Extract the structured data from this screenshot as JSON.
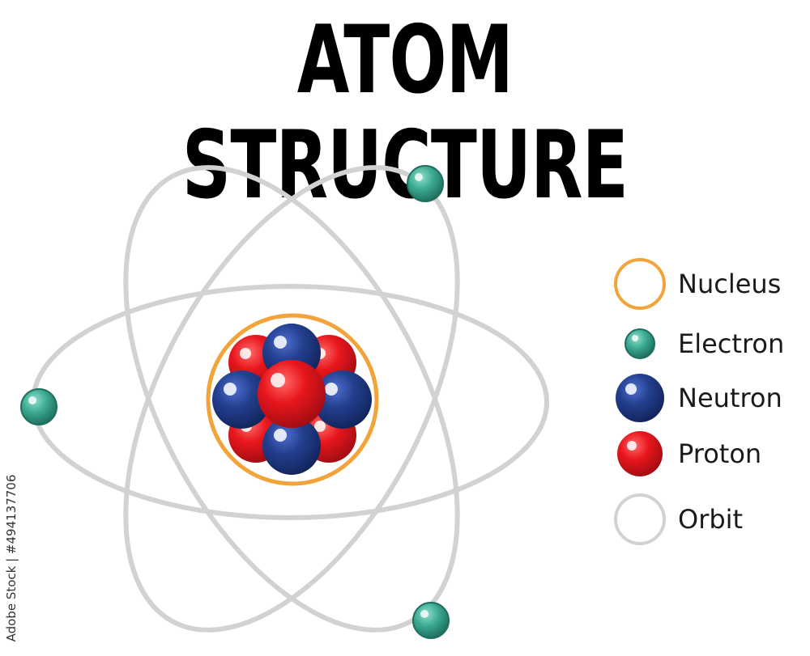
{
  "title": "ATOM STRUCTURE",
  "legend": [
    {
      "label": "Nucleus",
      "icon": "nucleus-ring-icon"
    },
    {
      "label": "Electron",
      "icon": "electron-icon"
    },
    {
      "label": "Neutron",
      "icon": "neutron-icon"
    },
    {
      "label": "Proton",
      "icon": "proton-icon"
    },
    {
      "label": "Orbit",
      "icon": "orbit-ring-icon"
    }
  ],
  "watermark_id": "Adobe Stock | #494137706",
  "colors": {
    "nucleus_ring": "#f2a33a",
    "electron": "#3aa891",
    "neutron": "#1f3b8f",
    "proton": "#d91a22",
    "orbit": "#d2d2d2",
    "title": "#000000"
  }
}
